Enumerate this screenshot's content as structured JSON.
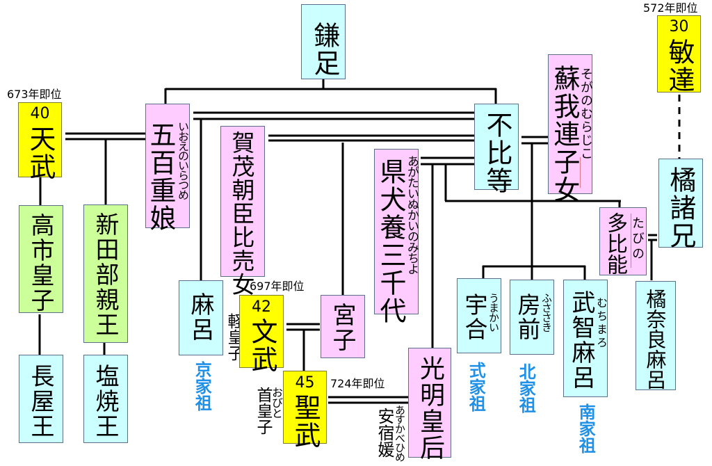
{
  "colors": {
    "emperor": "#ffff00",
    "male": "#ccffff",
    "female": "#ffccff",
    "prince": "#ccff99",
    "house_founder": "#1e90e8",
    "line": "#000000"
  },
  "people": {
    "kamatari": {
      "name": "鎌足"
    },
    "fuhito": {
      "name": "不比等"
    },
    "soga": {
      "name": "蘇我連子女",
      "ruby": "そがのむらじこ"
    },
    "tenmu": {
      "number": "40",
      "name": "天武",
      "reign": "673年即位"
    },
    "ioe": {
      "name": "五百重娘",
      "ruby": "いおえのいらつめ"
    },
    "kamo": {
      "name": "賀茂朝臣比売女"
    },
    "agata": {
      "name": "県犬養三千代",
      "ruby": "あがたいぬかいのみちよ"
    },
    "bidatsu": {
      "number": "30",
      "name": "敏達",
      "reign": "572年即位"
    },
    "moroe": {
      "name": "橘諸兄"
    },
    "tabino": {
      "name": "多比能",
      "ruby": "たびの"
    },
    "takechi": {
      "name": "高市皇子"
    },
    "niitabe": {
      "name": "新田部親王"
    },
    "nagaya": {
      "name": "長屋王"
    },
    "shioyaki": {
      "name": "塩焼王"
    },
    "maro": {
      "name": "麻呂",
      "house": "京家祖"
    },
    "monmu": {
      "number": "42",
      "name": "文武",
      "reign": "697年即位",
      "side": "軽皇子"
    },
    "miyako": {
      "name": "宮子"
    },
    "shomu": {
      "number": "45",
      "name": "聖武",
      "reign": "724年即位",
      "side": "首皇子",
      "side_ruby": "おびと"
    },
    "komyo": {
      "name": "光明皇后"
    },
    "asukabe": {
      "name": "安宿媛",
      "ruby": "あすかべひめ"
    },
    "umakai": {
      "name": "宇合",
      "ruby": "うまかい",
      "house": "式家祖"
    },
    "fusasaki": {
      "name": "房前",
      "ruby": "ふささき",
      "house": "北家祖"
    },
    "muchimaro": {
      "name": "武智麻呂",
      "ruby": "むちまろ",
      "house": "南家祖"
    },
    "naramaro": {
      "name": "橘奈良麻呂"
    }
  }
}
